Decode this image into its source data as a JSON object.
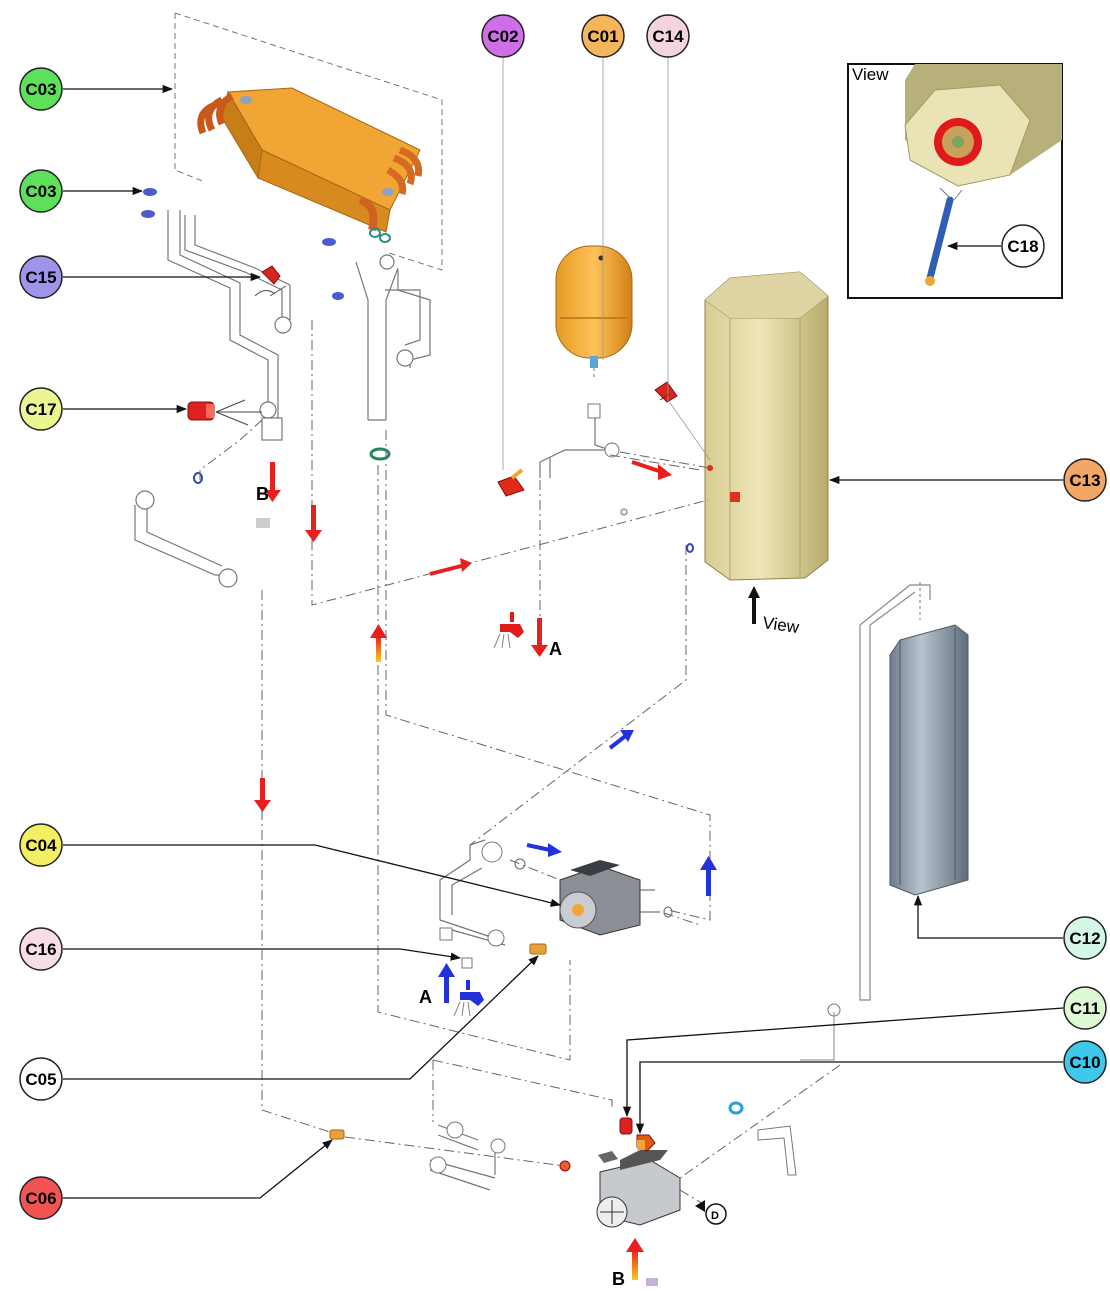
{
  "callouts": {
    "C01": {
      "text": "C01",
      "color": "#f5b55a"
    },
    "C02": {
      "text": "C02",
      "color": "#cf6fe8"
    },
    "C03a": {
      "text": "C03",
      "color": "#5fe05a"
    },
    "C03b": {
      "text": "C03",
      "color": "#5fe05a"
    },
    "C04": {
      "text": "C04",
      "color": "#f2ef62"
    },
    "C05": {
      "text": "C05",
      "color": "#ffffff"
    },
    "C06": {
      "text": "C06",
      "color": "#f25454"
    },
    "C10": {
      "text": "C10",
      "color": "#3fc8ec"
    },
    "C11": {
      "text": "C11",
      "color": "#dff8d5"
    },
    "C12": {
      "text": "C12",
      "color": "#d4f7e6"
    },
    "C13": {
      "text": "C13",
      "color": "#f2a766"
    },
    "C14": {
      "text": "C14",
      "color": "#f3d4e0"
    },
    "C15": {
      "text": "C15",
      "color": "#9e95ea"
    },
    "C16": {
      "text": "C16",
      "color": "#f8dde6"
    },
    "C17": {
      "text": "C17",
      "color": "#ecf591"
    },
    "C18": {
      "text": "C18",
      "color": "#ffffff"
    }
  },
  "inset": {
    "title": "View"
  },
  "view_label": "View",
  "flow_labels": {
    "B_top": "B",
    "A_mid": "A",
    "A_low": "A",
    "B_bottom": "B",
    "D": "D"
  }
}
